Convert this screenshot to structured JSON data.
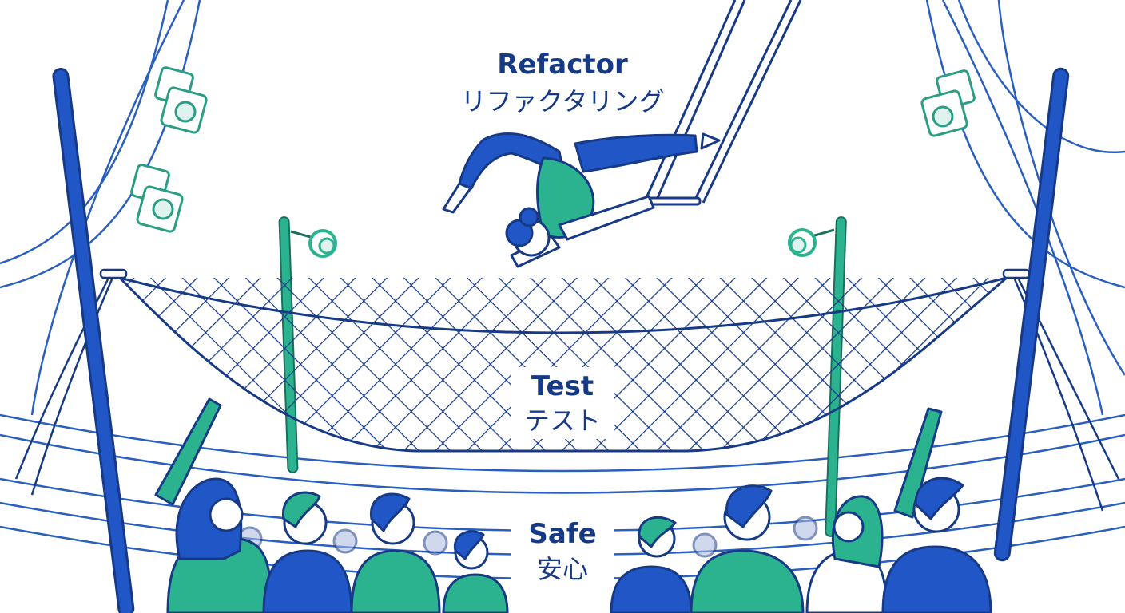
{
  "labels": {
    "refactor": {
      "en": "Refactor",
      "jp": "リファクタリング"
    },
    "test": {
      "en": "Test",
      "jp": "テスト"
    },
    "safe": {
      "en": "Safe",
      "jp": "安心"
    }
  },
  "colors": {
    "navy": "#173a86",
    "blue": "#2156c6",
    "teal": "#2bb38f",
    "lightTeal": "#8fd6c2",
    "line": "#1f4fae",
    "paleBlue": "#a9b9dd"
  }
}
